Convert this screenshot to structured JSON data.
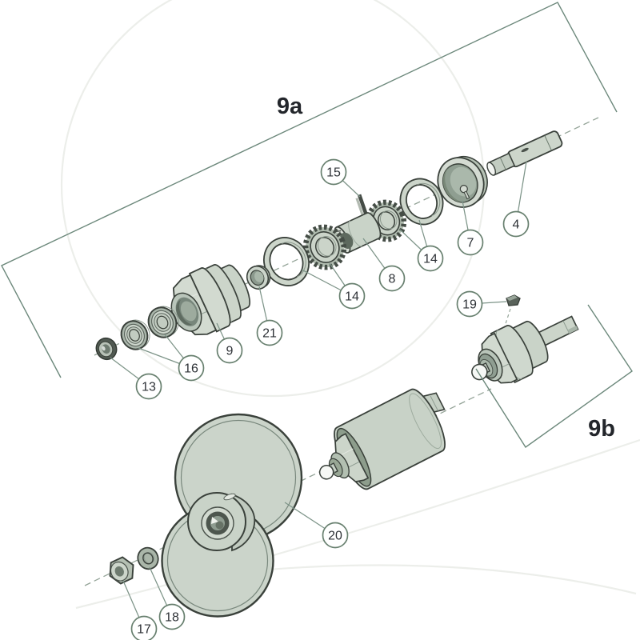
{
  "palette": {
    "background": "#ffffff",
    "part_fill": "#ccd5ca",
    "part_fill_dark": "#8d9d8c",
    "part_interior": "#77867b",
    "outline": "#3a413b",
    "leader_line": "#7d9488",
    "bracket_line": "#6c887b",
    "dashed_centerline": "#93a397",
    "callout_text": "#2d3136",
    "watermark": "#eceeea"
  },
  "diagram": {
    "section_labels": [
      {
        "id": "9a",
        "label": "9a"
      },
      {
        "id": "9b",
        "label": "9b"
      }
    ],
    "callouts": [
      {
        "part": "15"
      },
      {
        "part": "4"
      },
      {
        "part": "7"
      },
      {
        "part": "14"
      },
      {
        "part": "8"
      },
      {
        "part": "14"
      },
      {
        "part": "21"
      },
      {
        "part": "9"
      },
      {
        "part": "16"
      },
      {
        "part": "13"
      },
      {
        "part": "19"
      },
      {
        "part": "20"
      },
      {
        "part": "18"
      },
      {
        "part": "17"
      }
    ]
  }
}
